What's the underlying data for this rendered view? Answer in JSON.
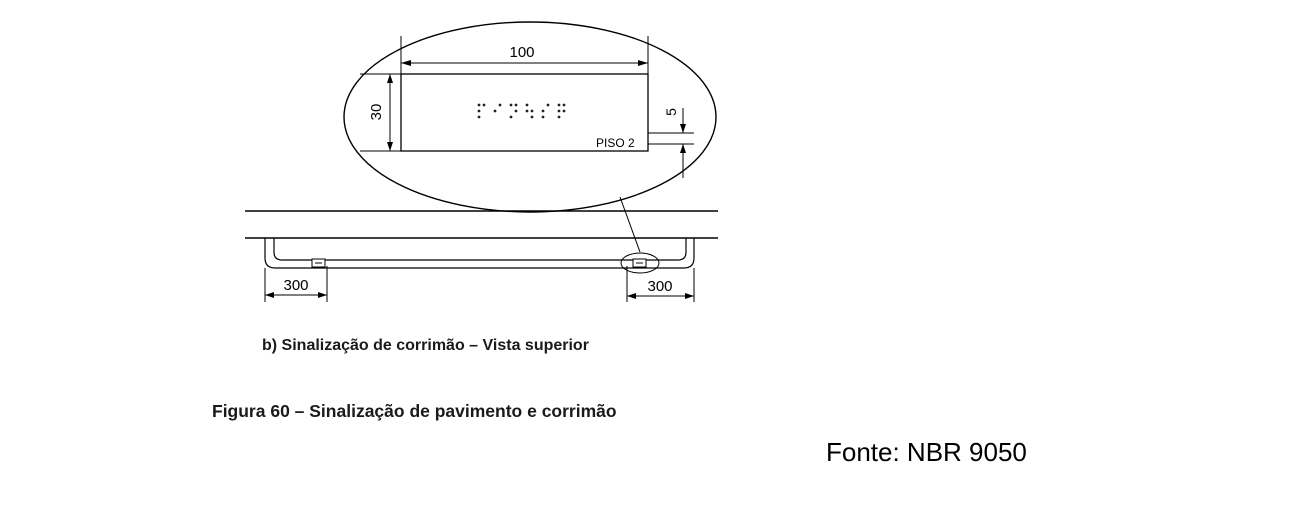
{
  "diagram": {
    "detail": {
      "dim_width": "100",
      "dim_height": "30",
      "dim_offset": "5",
      "floor_label": "PISO 2",
      "braille_alt": "braille"
    },
    "plan": {
      "dim_left": "300",
      "dim_right": "300"
    }
  },
  "captions": {
    "subtitle": "b) Sinalização de corrimão – Vista superior",
    "figure": "Figura 60 – Sinalização de pavimento e corrimão",
    "source": "Fonte: NBR 9050"
  }
}
